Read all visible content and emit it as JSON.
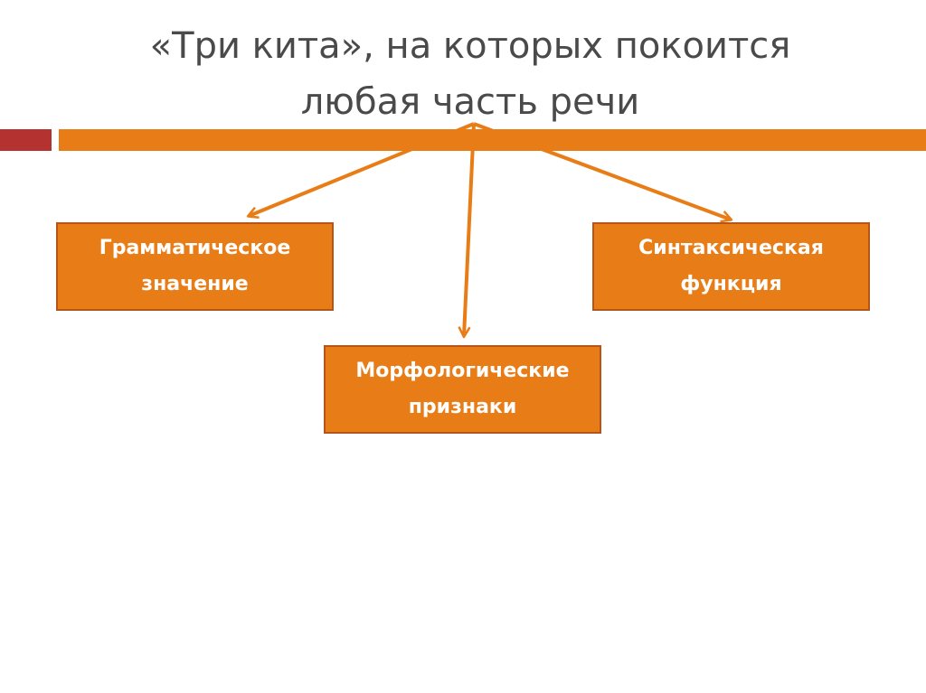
{
  "slide": {
    "title_line1": "«Три кита», на которых покоится",
    "title_line2": "любая часть речи"
  },
  "boxes": {
    "left": {
      "line1": "Грамматическое",
      "line2": "значение"
    },
    "middle": {
      "line1": "Морфологические",
      "line2": "признаки"
    },
    "right": {
      "line1": "Синтаксическая",
      "line2": "функция"
    }
  },
  "colors": {
    "accent_orange": "#e87c16",
    "accent_red": "#b4322f",
    "box_border": "#b4561a",
    "title_text": "#4a4a4a",
    "box_text": "#ffffff"
  }
}
